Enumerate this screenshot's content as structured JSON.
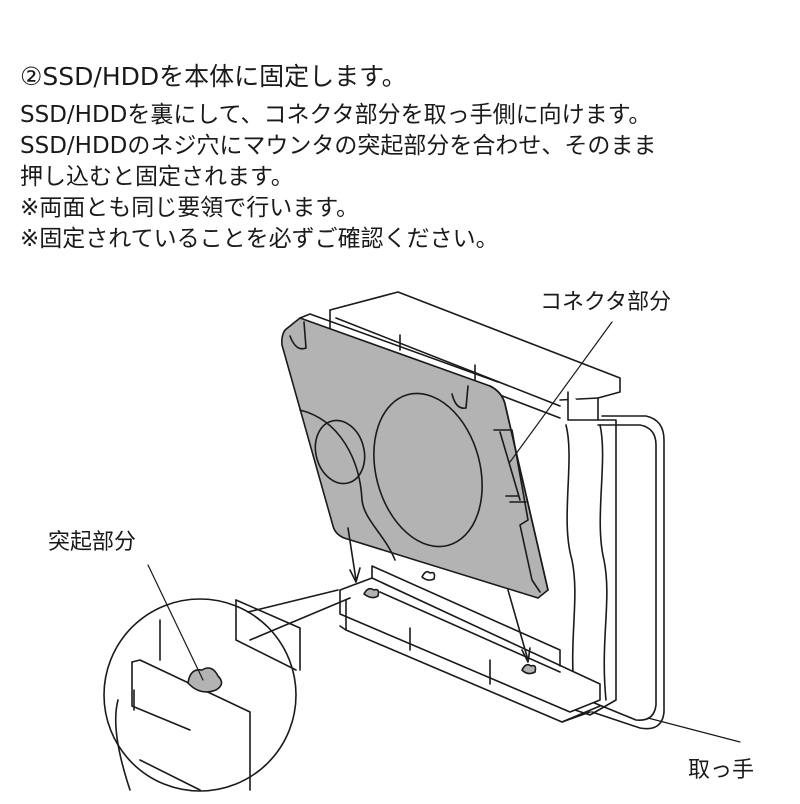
{
  "step": {
    "title": "②SSD/HDDを本体に固定します。",
    "lines": [
      "SSD/HDDを裏にして、コネクタ部分を取っ手側に向けます。",
      "SSD/HDDのネジ穴にマウンタの突起部分を合わせ、そのまま",
      "押し込むと固定されます。",
      "※両面とも同じ要領で行います。",
      "※固定されていることを必ずご確認ください。"
    ]
  },
  "figure": {
    "labels": {
      "connector": "コネクタ部分",
      "protrusion": "突起部分",
      "handle": "取っ手"
    },
    "colors": {
      "drive_fill": "#b3b3b3",
      "line": "#1a1a1a",
      "background": "#ffffff"
    }
  }
}
